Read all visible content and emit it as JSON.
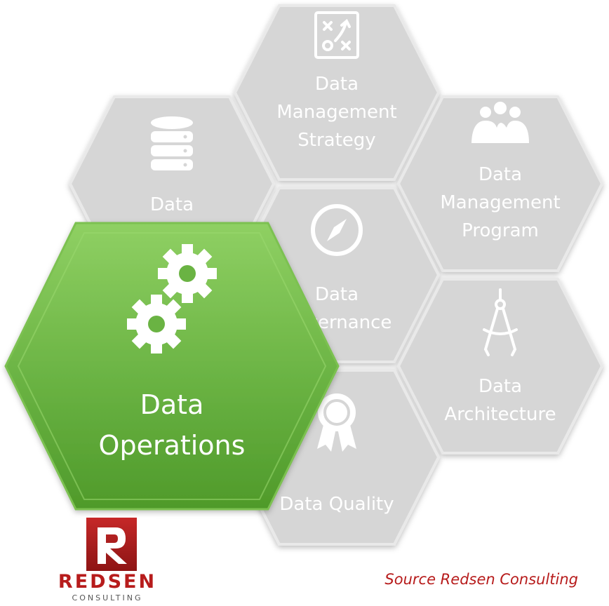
{
  "diagram": {
    "hexagons": {
      "strategy": {
        "lines": [
          "Data",
          "Management",
          "Strategy"
        ],
        "icon": "strategy-board-icon"
      },
      "data": {
        "lines": [
          "Data"
        ],
        "icon": "database-icon"
      },
      "program": {
        "lines": [
          "Data",
          "Management",
          "Program"
        ],
        "icon": "people-group-icon"
      },
      "governance": {
        "lines": [
          "Data",
          "Governance"
        ],
        "icon": "compass-icon"
      },
      "architecture": {
        "lines": [
          "Data",
          "Architecture"
        ],
        "icon": "drafting-compass-icon"
      },
      "quality": {
        "lines": [
          "Data Quality"
        ],
        "icon": "award-ribbon-icon"
      },
      "operations": {
        "lines": [
          "Data",
          "Operations"
        ],
        "icon": "gears-icon"
      }
    },
    "colors": {
      "inactive_fill": "#d6d6d6",
      "inactive_stroke": "#e9e9e9",
      "active_fill": "#6ab343",
      "active_light": "#8fd063",
      "active_dark": "#4f9a2a",
      "brand_red": "#b71c1c"
    }
  },
  "brand": {
    "logo_letter": "R",
    "name": "REDSEN",
    "tagline": "CONSULTING"
  },
  "source_note": "Source Redsen Consulting"
}
